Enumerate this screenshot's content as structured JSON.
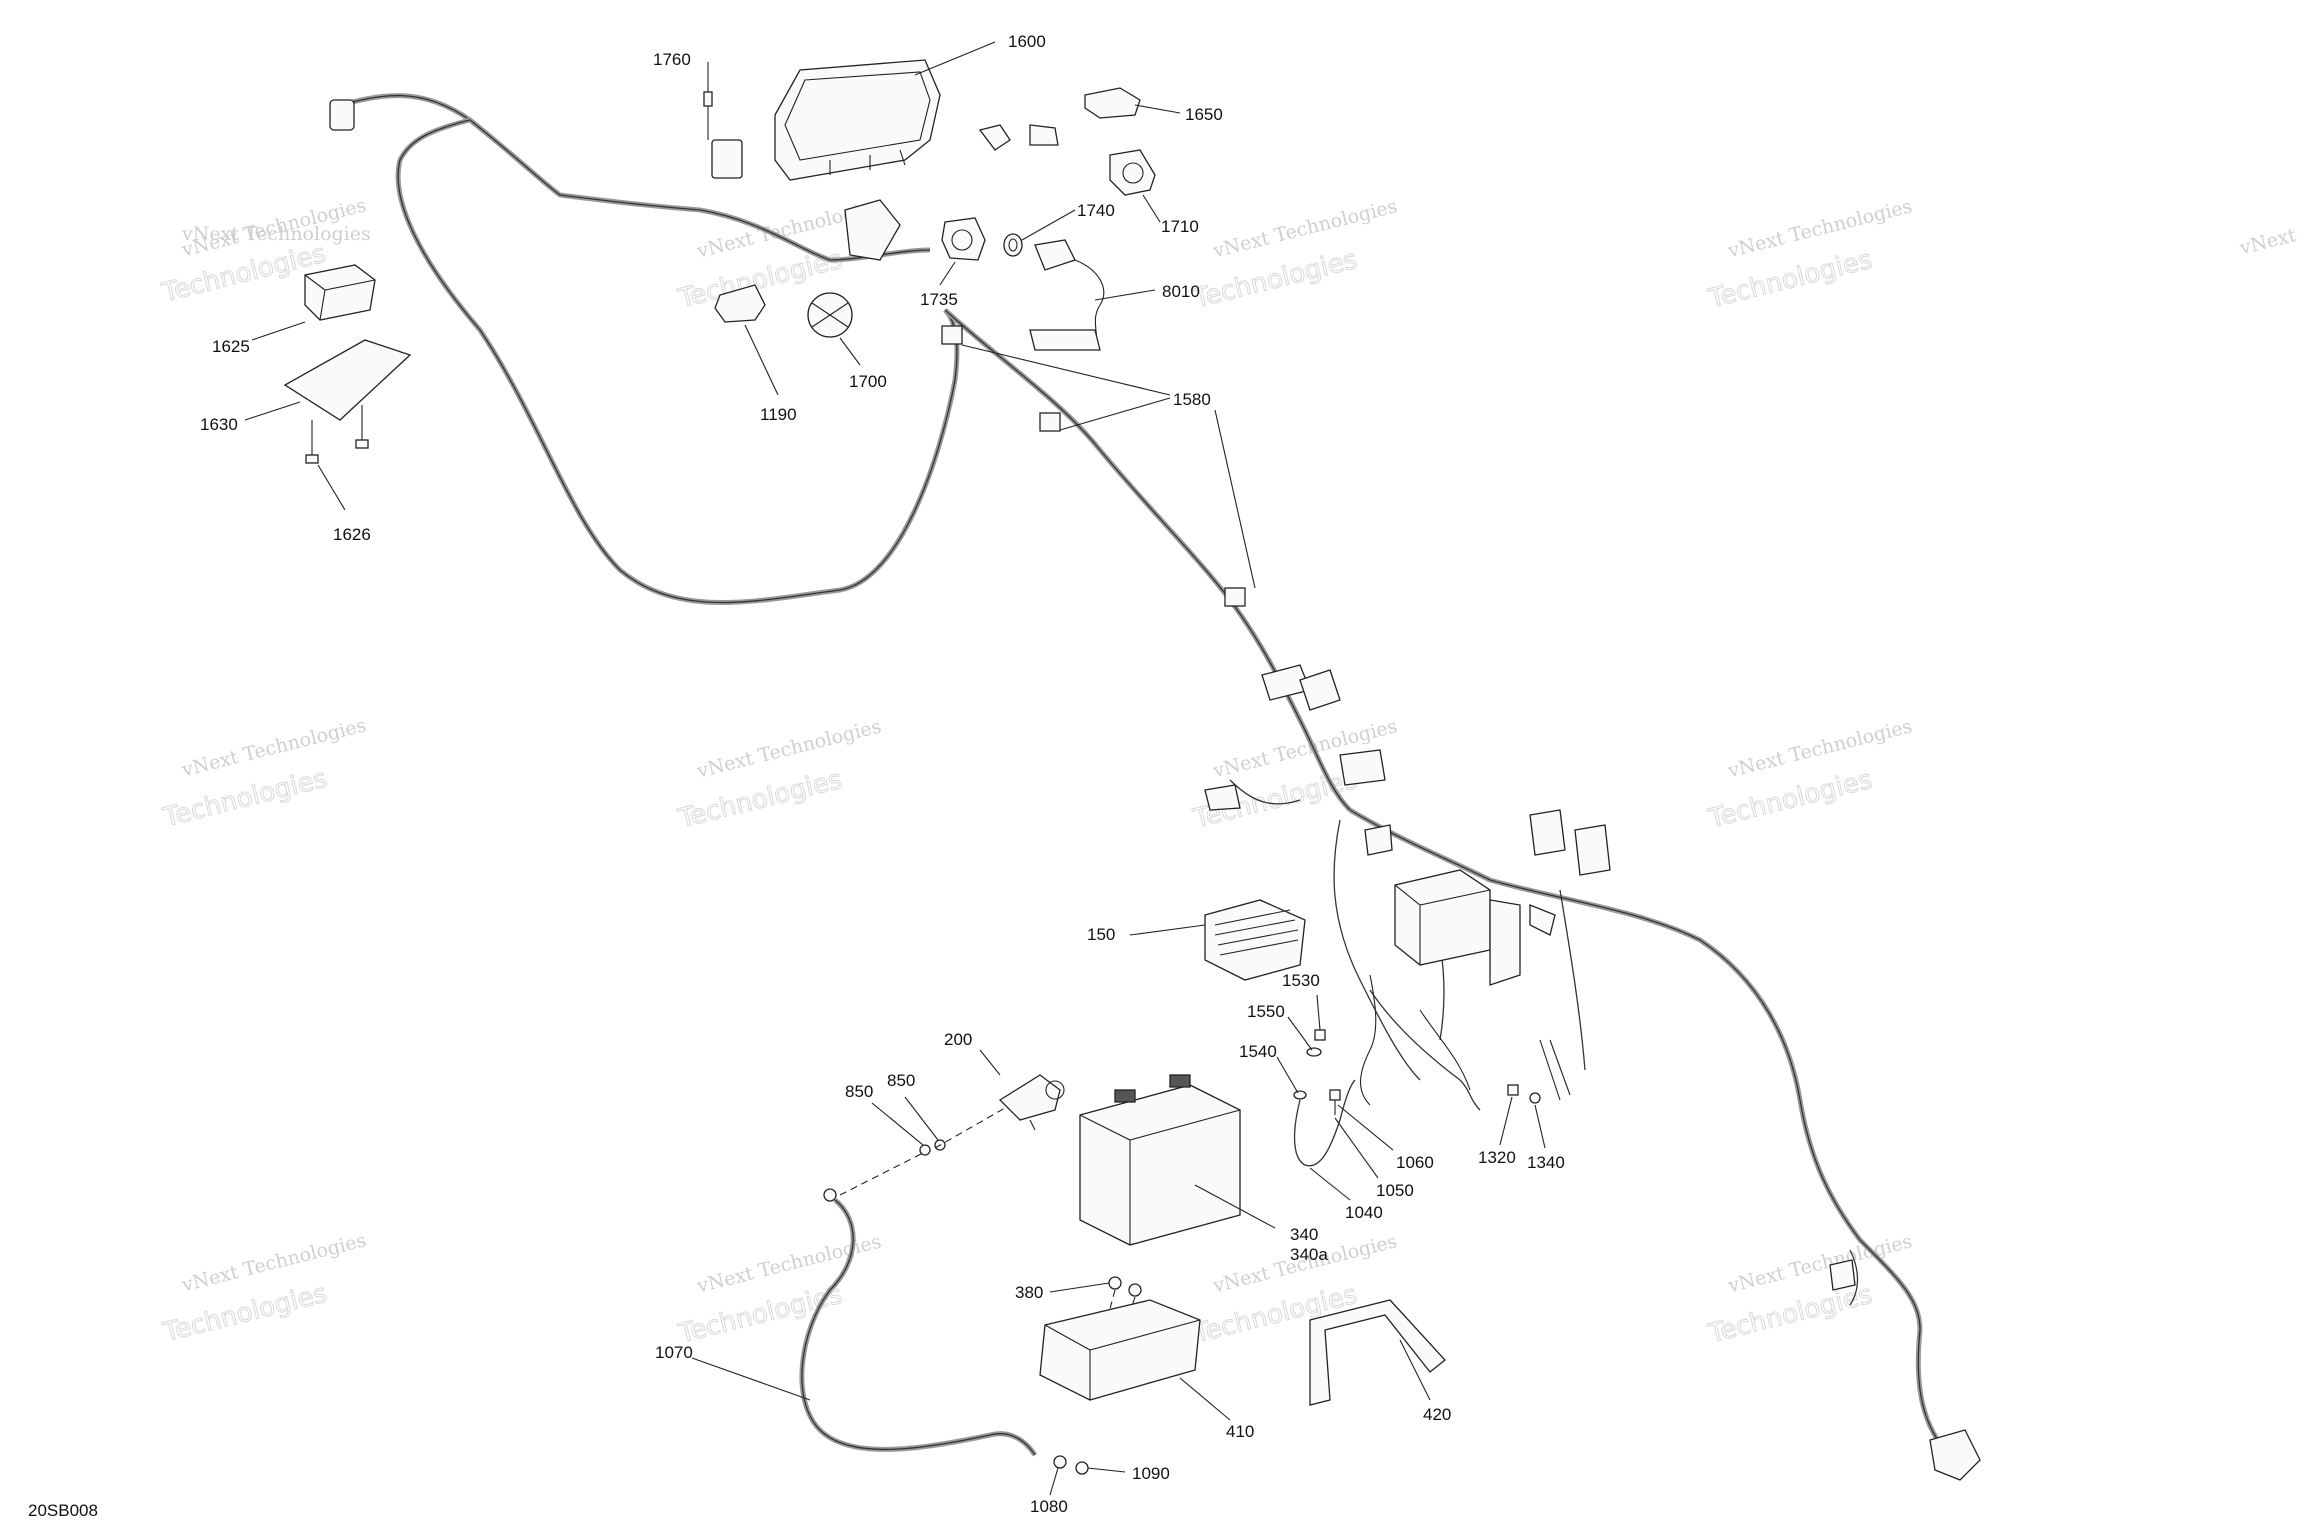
{
  "diagram_code": "20SB008",
  "watermark": {
    "line1": "vNext Technologies",
    "line2": "vNext",
    "line3": "Technologies"
  },
  "callouts": {
    "c1600": "1600",
    "c1760": "1760",
    "c1650": "1650",
    "c1710": "1710",
    "c1740": "1740",
    "c8010": "8010",
    "c1735": "1735",
    "c1700": "1700",
    "c1190": "1190",
    "c1625": "1625",
    "c1630": "1630",
    "c1626": "1626",
    "c1580": "1580",
    "c150": "150",
    "c1530": "1530",
    "c1550": "1550",
    "c1540": "1540",
    "c200": "200",
    "c850a": "850",
    "c850b": "850",
    "c1060": "1060",
    "c1050": "1050",
    "c1040": "1040",
    "c1320": "1320",
    "c1340": "1340",
    "c340": "340",
    "c340a": "340a",
    "c380": "380",
    "c1070": "1070",
    "c410": "410",
    "c420": "420",
    "c1090": "1090",
    "c1080": "1080"
  }
}
